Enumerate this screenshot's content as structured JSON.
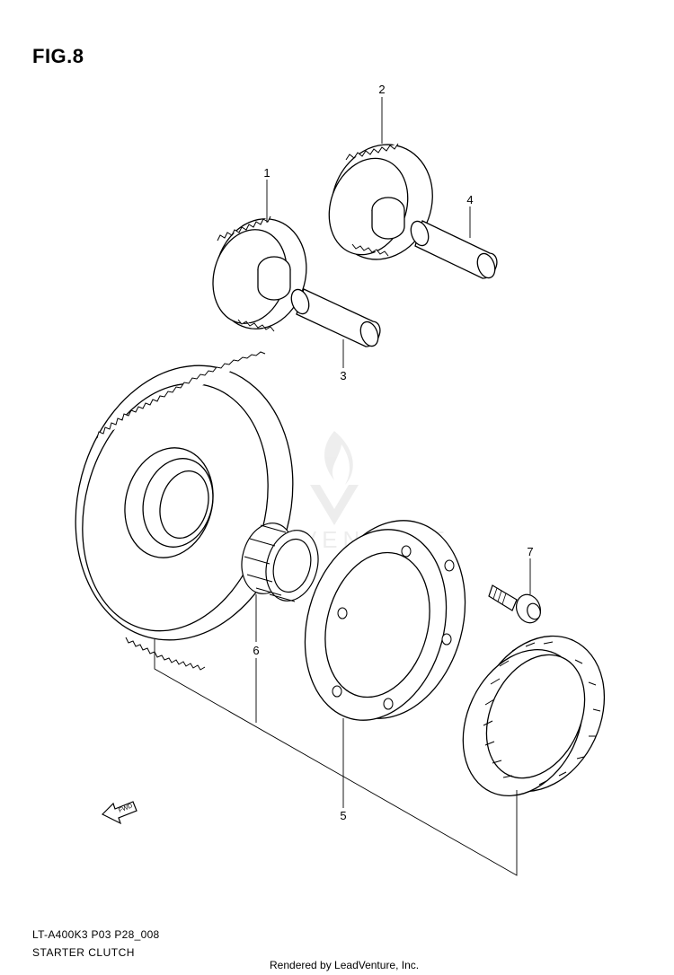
{
  "figure": {
    "title": "FIG.8"
  },
  "callouts": [
    {
      "id": "1",
      "text": "1"
    },
    {
      "id": "2",
      "text": "2"
    },
    {
      "id": "3",
      "text": "3"
    },
    {
      "id": "4",
      "text": "4"
    },
    {
      "id": "5",
      "text": "5"
    },
    {
      "id": "6",
      "text": "6"
    },
    {
      "id": "7",
      "text": "7"
    }
  ],
  "direction_arrow": {
    "label": "FWD"
  },
  "footer": {
    "model_code": "LT-A400K3 P03 P28_008",
    "section_name": "STARTER CLUTCH",
    "credit": "Rendered by LeadVenture, Inc."
  },
  "watermark": {
    "text": "LEADVENTURE"
  }
}
